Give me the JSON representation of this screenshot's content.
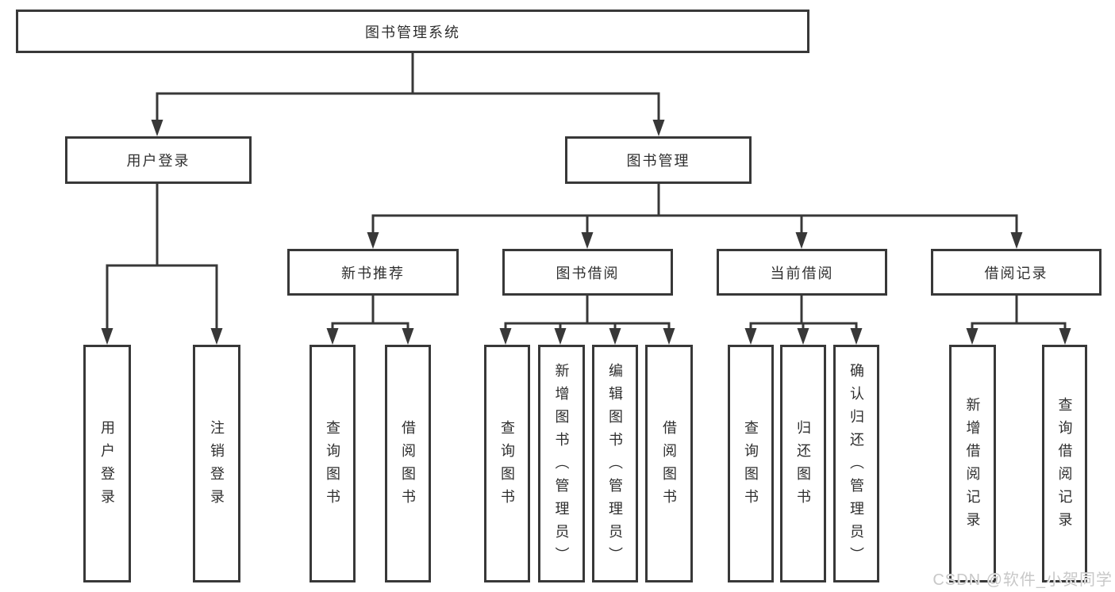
{
  "diagram_type": "hierarchy-tree",
  "colors": {
    "line": "#383838",
    "box_border": "#383838",
    "text": "#2f2f2f",
    "background": "#ffffff",
    "watermark_text": "#c8c8c8"
  },
  "watermark": "CSDN @软件_小贺同学",
  "tree": {
    "label": "图书管理系统",
    "children": [
      {
        "label": "用户登录",
        "children": [
          {
            "label": "用户登录"
          },
          {
            "label": "注销登录"
          }
        ]
      },
      {
        "label": "图书管理",
        "children": [
          {
            "label": "新书推荐",
            "children": [
              {
                "label": "查询图书"
              },
              {
                "label": "借阅图书"
              }
            ]
          },
          {
            "label": "图书借阅",
            "children": [
              {
                "label": "查询图书"
              },
              {
                "label": "新增图书（管理员）"
              },
              {
                "label": "编辑图书（管理员）"
              },
              {
                "label": "借阅图书"
              }
            ]
          },
          {
            "label": "当前借阅",
            "children": [
              {
                "label": "查询图书"
              },
              {
                "label": "归还图书"
              },
              {
                "label": "确认归还（管理员）"
              }
            ]
          },
          {
            "label": "借阅记录",
            "children": [
              {
                "label": "新增借阅记录"
              },
              {
                "label": "查询借阅记录"
              }
            ]
          }
        ]
      }
    ]
  }
}
